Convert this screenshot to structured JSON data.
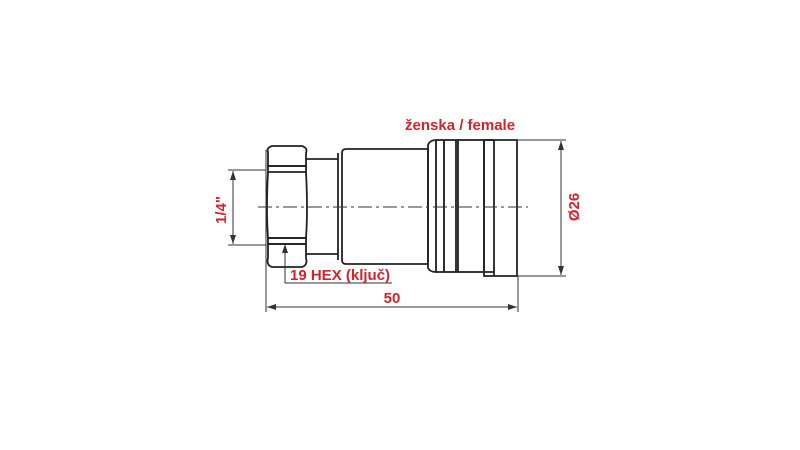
{
  "drawing": {
    "title": "ženska / female",
    "dimensions": {
      "thread": "1/4\"",
      "hex": "19  HEX (ključ)",
      "length": "50",
      "diameter": "Ø26"
    },
    "colors": {
      "label": "#d2232a",
      "line": "#222222",
      "background": "#ffffff"
    }
  }
}
